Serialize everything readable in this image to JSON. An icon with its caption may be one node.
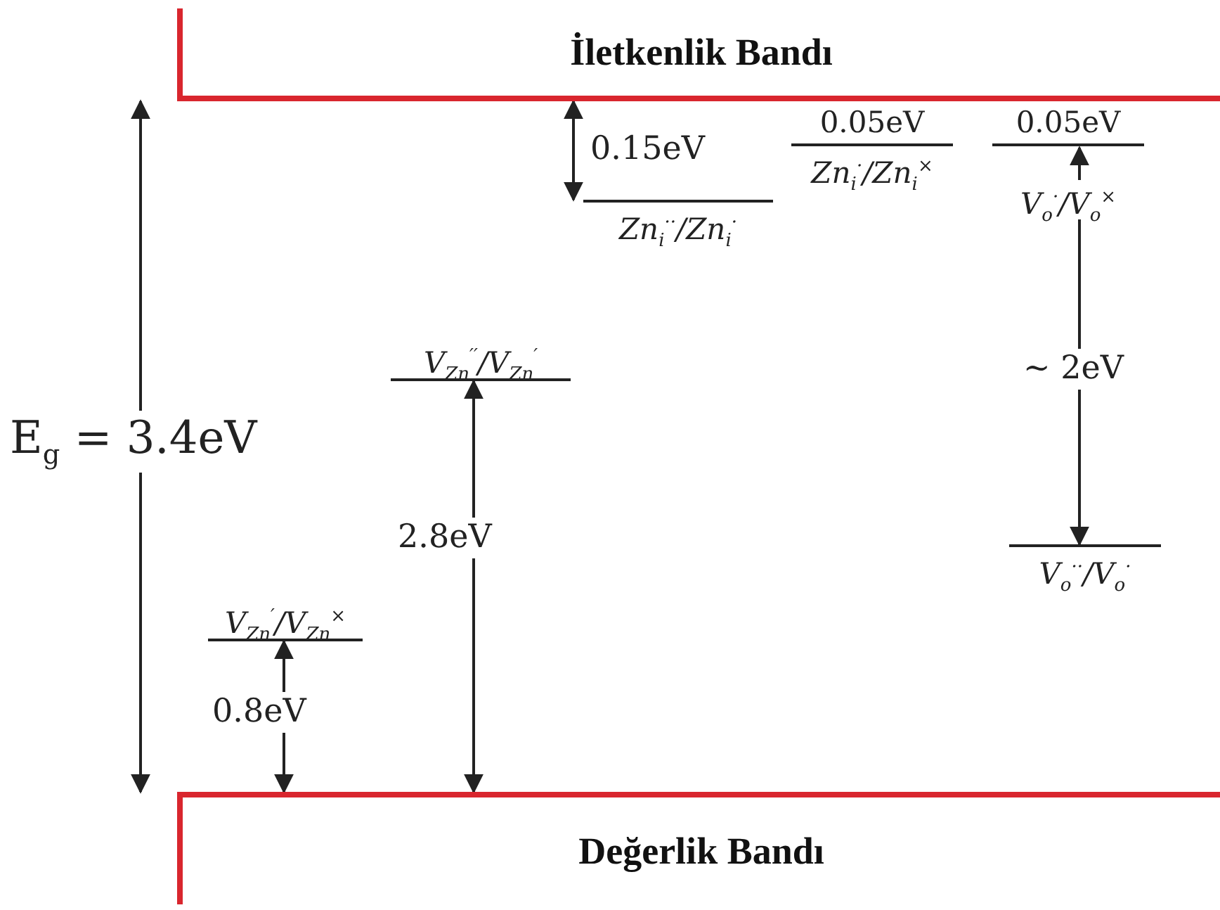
{
  "diagram": {
    "nodes": [
      {
        "text": [
          "İletkenlik Bandı"
        ]
      },
      {
        "text": [
          "Değerlik Bandı"
        ]
      },
      {
        "text": [
          "Zn$_{i}$$^{··}$/Zn$_{i}$$^{·}$"
        ]
      },
      {
        "text": [
          "0.05eV",
          "Zn$_{i}$$^{·}$/Zn$_{i}$$^{×}$"
        ]
      },
      {
        "text": [
          "0.05eV",
          "V$_{o}$$^{·}$/V$_{o}$$^{×}$"
        ]
      },
      {
        "text": [
          "V$_{Zn}$$^{′′}$/V$_{Zn}$$^{′}$"
        ]
      },
      {
        "text": [
          "V$_{o}$$^{··}$/V$_{o}$$^{·}$"
        ]
      },
      {
        "text": [
          "V$_{Zn}$$^{′}$/V$_{Zn}$$^{×}$"
        ]
      }
    ],
    "edges": [
      {
        "from": 0,
        "to": 1,
        "arrow": "both",
        "label": "E$_{g}$ = 3.4eV"
      },
      {
        "from": 0,
        "to": 2,
        "arrow": "both"
      },
      {
        "from": 4,
        "to": 6,
        "arrow": "to",
        "label": "∼ 2eV"
      },
      {
        "from": 1,
        "to": 5,
        "arrow": "both",
        "label": "2.8eV"
      },
      {
        "from": 1,
        "to": 7,
        "arrow": "both",
        "label": "0.8eV"
      }
    ],
    "labels": [
      "0.15eV"
    ]
  }
}
